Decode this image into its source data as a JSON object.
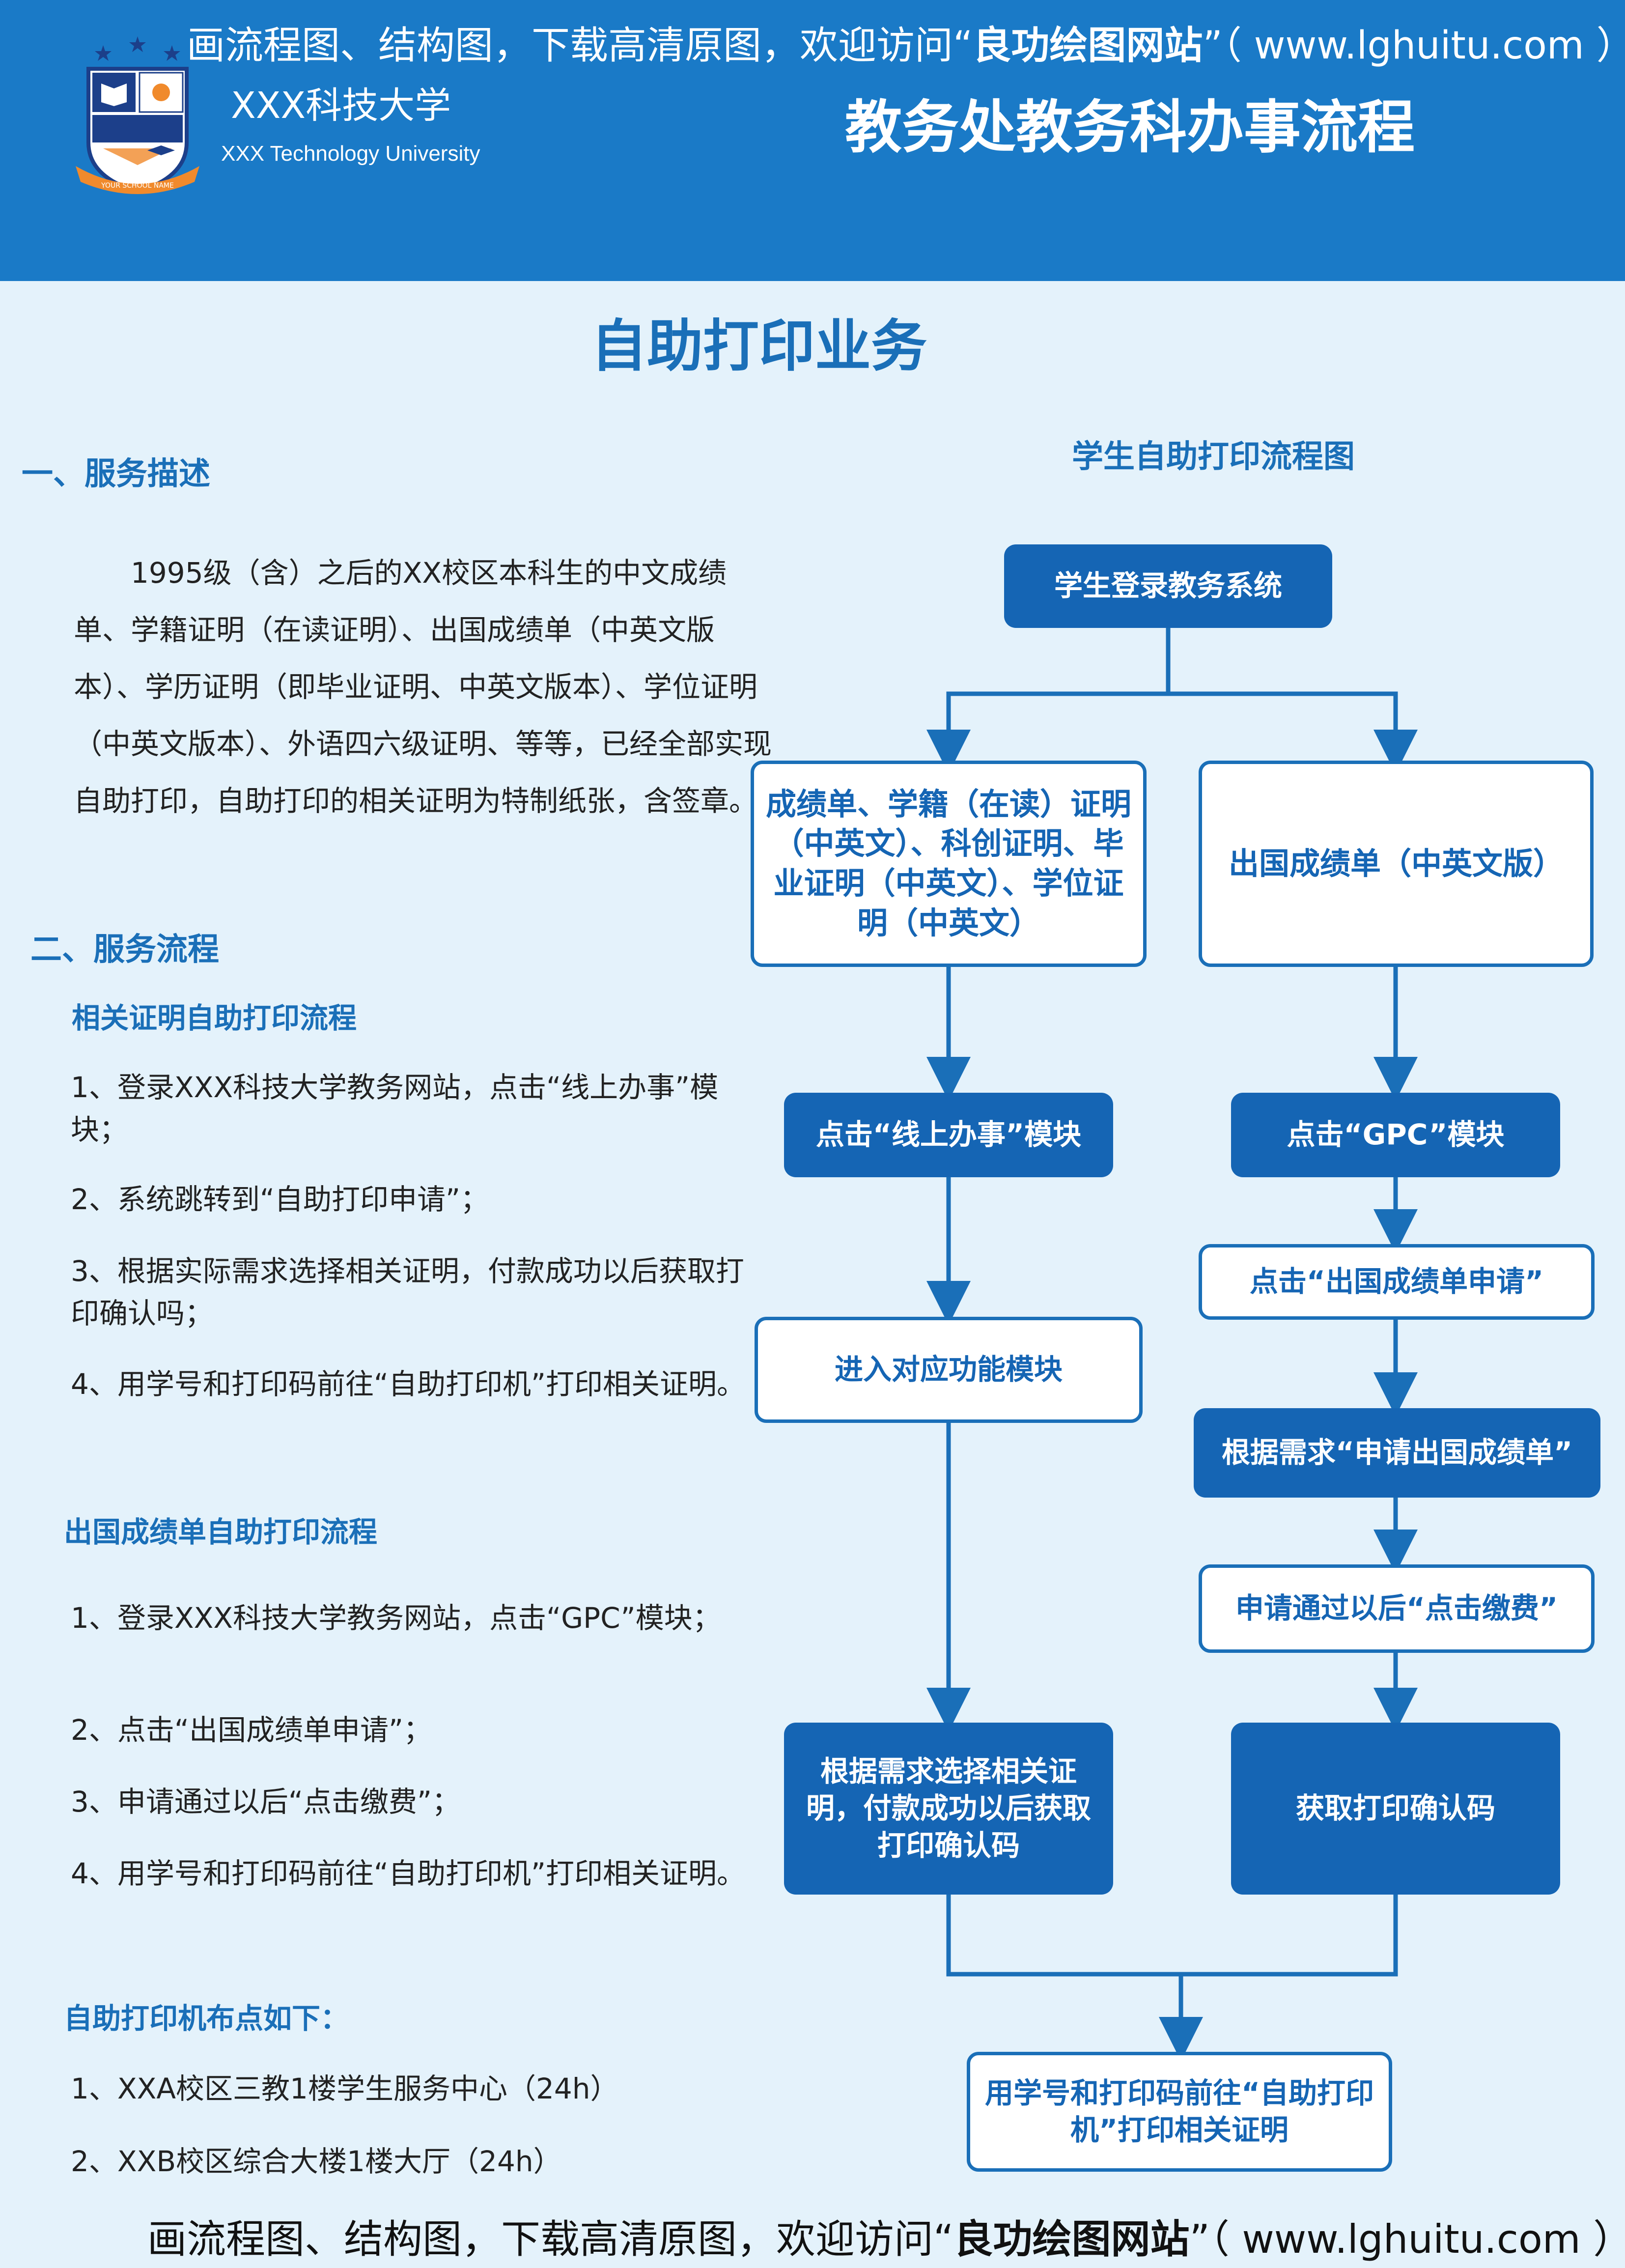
{
  "header": {
    "note_prefix": "画流程图、结构图，下载高清原图，欢迎访问“",
    "note_site": "良功绘图网站",
    "note_suffix": "”（ www.lghuitu.com ）",
    "university_name": "XXX科技大学",
    "university_name_en": "XXX Technology University",
    "logo_ribbon_text": "YOUR SCHOOL NAME",
    "office_title": "教务处教务科办事流程",
    "colors": {
      "banner": "#1a7ac7",
      "accent": "#1565b4",
      "background": "#e4f2fb"
    }
  },
  "main_title": "自助打印业务",
  "section1": {
    "heading": "一、服务描述",
    "paragraph": "　　1995级（含）之后的XX校区本科生的中文成绩单、学籍证明（在读证明）、出国成绩单（中英文版本）、学历证明（即毕业证明、中英文版本）、学位证明（中英文版本）、外语四六级证明、等等，已经全部实现自助打印，自助打印的相关证明为特制纸张，含签章。"
  },
  "section2": {
    "heading": "二、服务流程",
    "process_a": {
      "title": "相关证明自助打印流程",
      "steps": [
        "1、登录XXX科技大学教务网站，点击“线上办事”模块；",
        "2、系统跳转到“自助打印申请”；",
        "3、根据实际需求选择相关证明，付款成功以后获取打印确认吗；",
        "4、用学号和打印码前往“自助打印机”打印相关证明。"
      ]
    },
    "process_b": {
      "title": "出国成绩单自助打印流程",
      "steps": [
        "1、登录XXX科技大学教务网站，点击“GPC”模块；",
        "2、点击“出国成绩单申请”；",
        "3、申请通过以后“点击缴费”；",
        "4、用学号和打印码前往“自助打印机”打印相关证明。"
      ]
    },
    "locations": {
      "title": "自助打印机布点如下：",
      "items": [
        "1、XXA校区三教1楼学生服务中心（24h）",
        "2、XXB校区综合大楼1楼大厅（24h）"
      ]
    }
  },
  "flowchart": {
    "title": "学生自助打印流程图",
    "nodes": {
      "start": "学生登录教务系统",
      "left_docs": "成绩单、学籍（在读）证明（中英文）、科创证明、毕业证明（中英文）、学位证明（中英文）",
      "right_docs": "出国成绩单（中英文版）",
      "left_click": "点击“线上办事”模块",
      "right_click": "点击“GPC”模块",
      "right_apply": "点击“出国成绩单申请”",
      "left_enter": "进入对应功能模块",
      "right_request": "根据需求“申请出国成绩单”",
      "right_pay": "申请通过以后“点击缴费”",
      "left_select": "根据需求选择相关证明，付款成功以后获取打印确认码",
      "right_code": "获取打印确认码",
      "end": "用学号和打印码前往“自助打印机”打印相关证明"
    }
  },
  "footer": {
    "note_prefix": "画流程图、结构图，下载高清原图，欢迎访问“",
    "note_site": "良功绘图网站",
    "note_suffix": "”（ www.lghuitu.com ）"
  }
}
